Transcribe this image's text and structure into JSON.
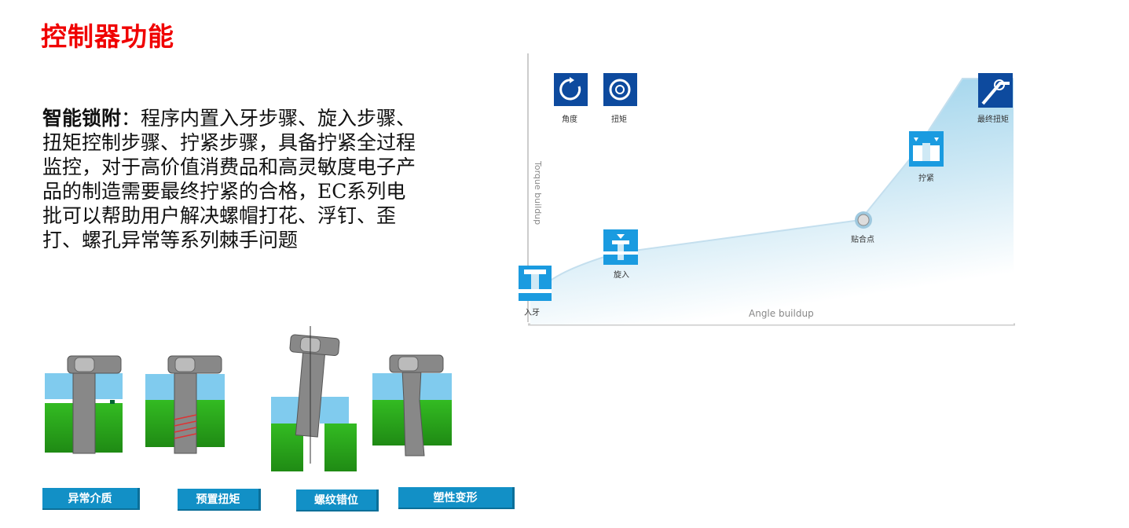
{
  "title": "控制器功能",
  "paragraph": {
    "lead": "智能锁附",
    "body": "：程序内置入牙步骤、旋入步骤、扭矩控制步骤、拧紧步骤，具备拧紧全过程监控，对于高价值消费品和高灵敏度电子产品的制造需要最终拧紧的合格，EC系列电批可以帮助用户解决螺帽打花、浮钉、歪打、螺孔异常等系列棘手问题"
  },
  "diagram": {
    "x_axis_label": "Angle buildup",
    "y_axis_label": "Torque buildup",
    "legend": [
      "角度",
      "扭矩"
    ],
    "stages": [
      "入牙",
      "旋入",
      "贴合点",
      "拧紧",
      "最终扭矩"
    ],
    "colors": {
      "icon_dark": "#0d4a9e",
      "icon_light": "#1a9be0",
      "fill": "#a9d6ec"
    }
  },
  "faults": [
    "异常介质",
    "预置扭矩",
    "螺纹错位",
    "塑性变形"
  ]
}
